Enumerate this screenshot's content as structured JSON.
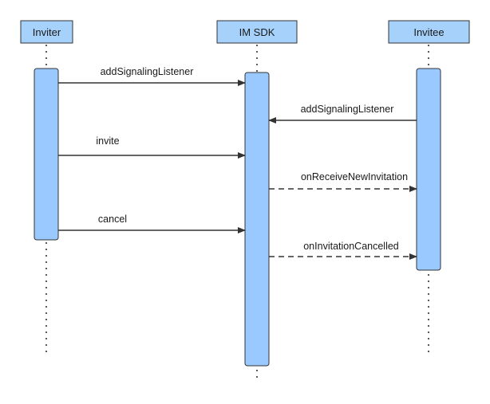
{
  "participants": [
    {
      "id": "inviter",
      "label": "Inviter"
    },
    {
      "id": "imsdk",
      "label": "IM SDK"
    },
    {
      "id": "invitee",
      "label": "Invitee"
    }
  ],
  "messages": [
    {
      "from": "inviter",
      "to": "imsdk",
      "label": "addSignalingListener",
      "style": "solid"
    },
    {
      "from": "invitee",
      "to": "imsdk",
      "label": "addSignalingListener",
      "style": "solid"
    },
    {
      "from": "inviter",
      "to": "imsdk",
      "label": "invite",
      "style": "solid"
    },
    {
      "from": "imsdk",
      "to": "invitee",
      "label": "onReceiveNewInvitation",
      "style": "dashed"
    },
    {
      "from": "inviter",
      "to": "imsdk",
      "label": "cancel",
      "style": "solid"
    },
    {
      "from": "imsdk",
      "to": "invitee",
      "label": "onInvitationCancelled",
      "style": "dashed"
    }
  ],
  "colors": {
    "participant_fill": "#a6d1fb",
    "activation_fill": "#99c9ff",
    "stroke": "#333333"
  }
}
